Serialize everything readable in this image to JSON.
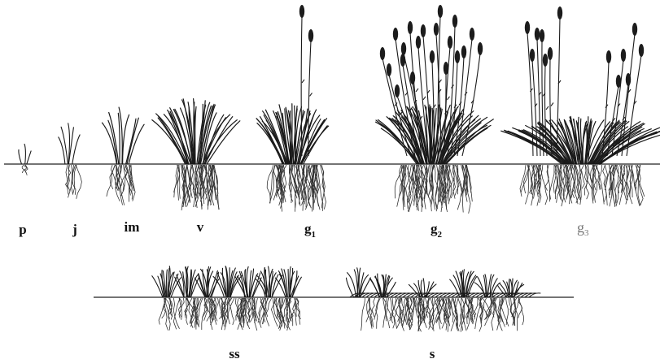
{
  "stages": [
    {
      "id": "p",
      "label": "p",
      "sub": ""
    },
    {
      "id": "j",
      "label": "j",
      "sub": ""
    },
    {
      "id": "im",
      "label": "im",
      "sub": ""
    },
    {
      "id": "v",
      "label": "v",
      "sub": ""
    },
    {
      "id": "g1",
      "label": "g",
      "sub": "1"
    },
    {
      "id": "g2",
      "label": "g",
      "sub": "2"
    },
    {
      "id": "g3",
      "label": "g",
      "sub": "3"
    },
    {
      "id": "ss",
      "label": "ss",
      "sub": ""
    },
    {
      "id": "s",
      "label": "s",
      "sub": ""
    }
  ]
}
